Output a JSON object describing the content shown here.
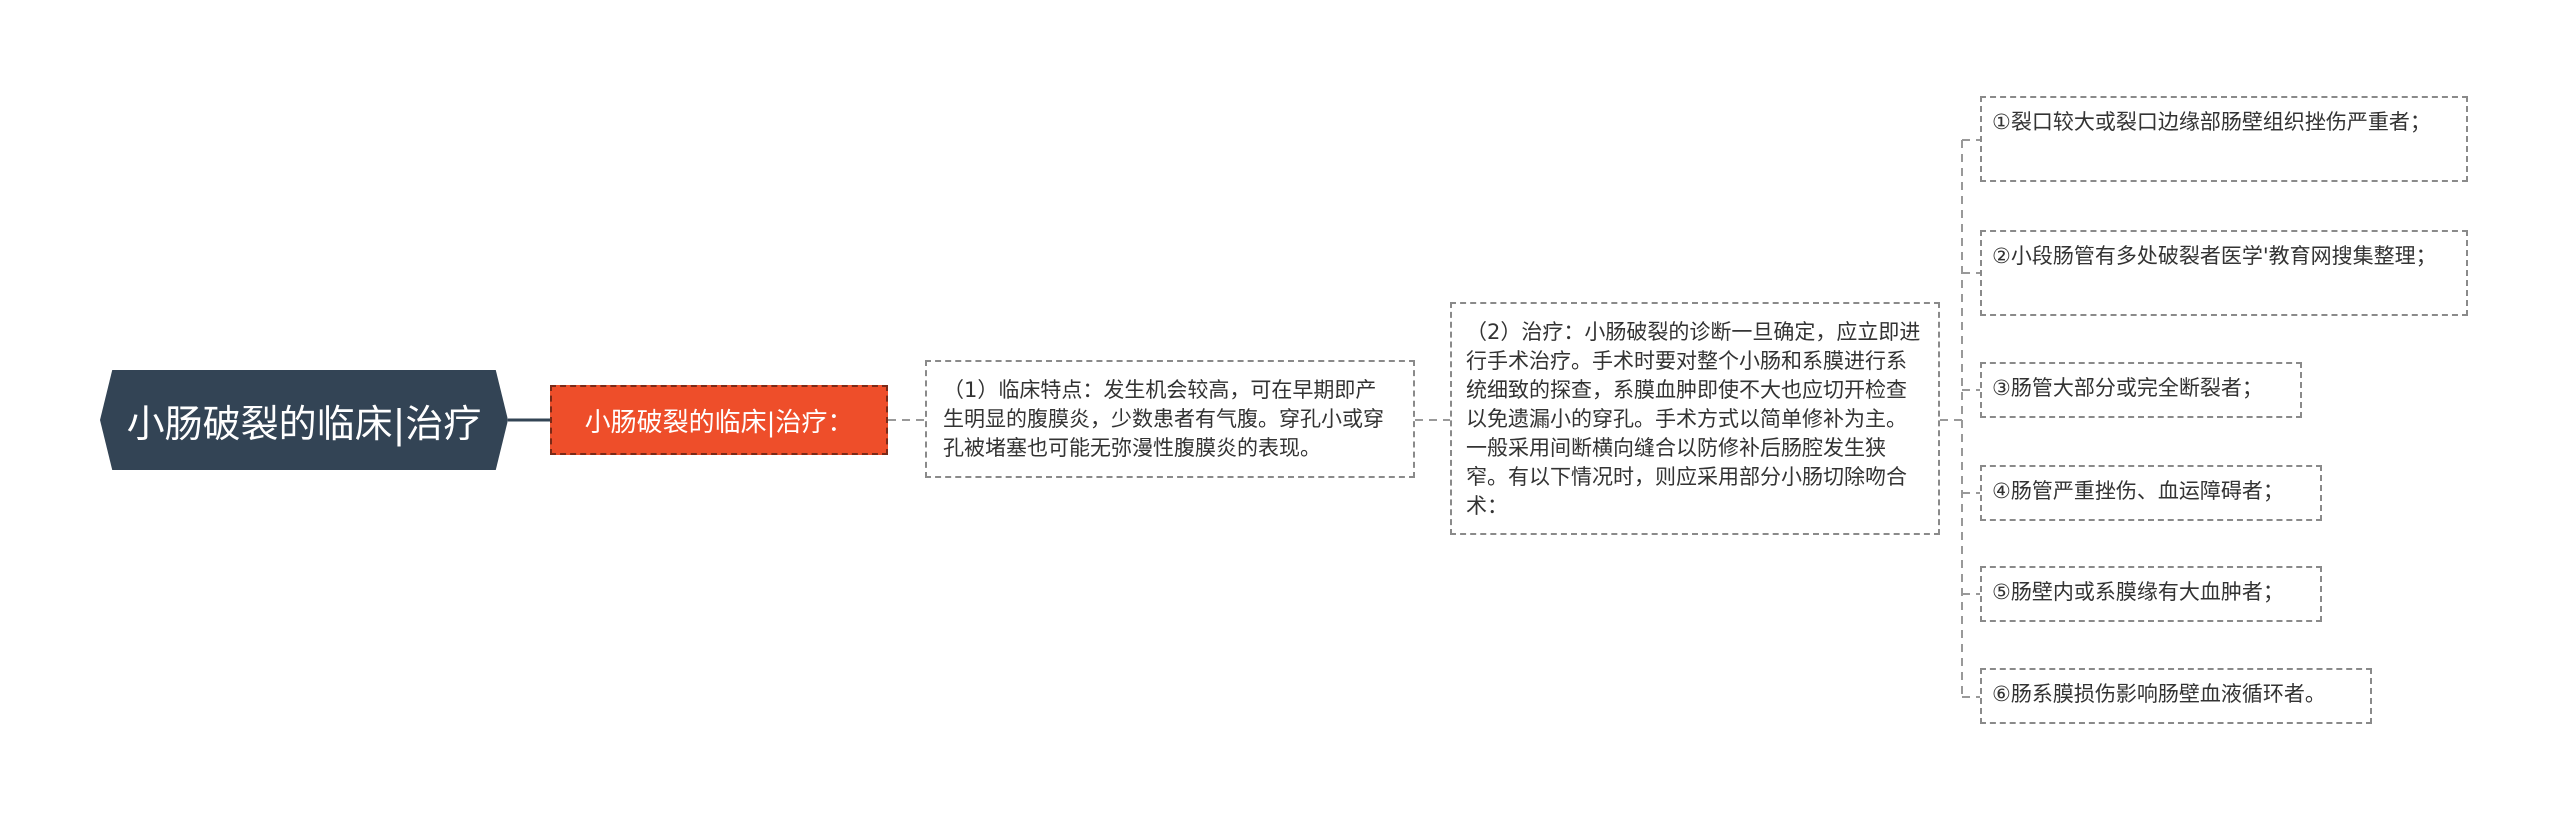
{
  "root": {
    "label": "小肠破裂的临床|治疗"
  },
  "subtopic": {
    "label": "小肠破裂的临床|治疗："
  },
  "clinical": {
    "text": "（1）临床特点：发生机会较高，可在早期即产生明显的腹膜炎，少数患者有气腹。穿孔小或穿孔被堵塞也可能无弥漫性腹膜炎的表现。"
  },
  "treatment": {
    "text": "（2）治疗：小肠破裂的诊断一旦确定，应立即进行手术治疗。手术时要对整个小肠和系膜进行系统细致的探查，系膜血肿即使不大也应切开检查以免遗漏小的穿孔。手术方式以简单修补为主。一般采用间断横向缝合以防修补后肠腔发生狭窄。有以下情况时，则应采用部分小肠切除吻合术："
  },
  "conditions": [
    "①裂口较大或裂口边缘部肠壁组织挫伤严重者；",
    "②小段肠管有多处破裂者医学'教育网搜集整理；",
    "③肠管大部分或完全断裂者；",
    "④肠管严重挫伤、血运障碍者；",
    "⑤肠壁内或系膜缘有大血肿者；",
    "⑥肠系膜损伤影响肠壁血液循环者。"
  ],
  "colors": {
    "root_bg": "#334455",
    "subtopic_bg": "#ee4e2a",
    "connector": "#999999"
  }
}
